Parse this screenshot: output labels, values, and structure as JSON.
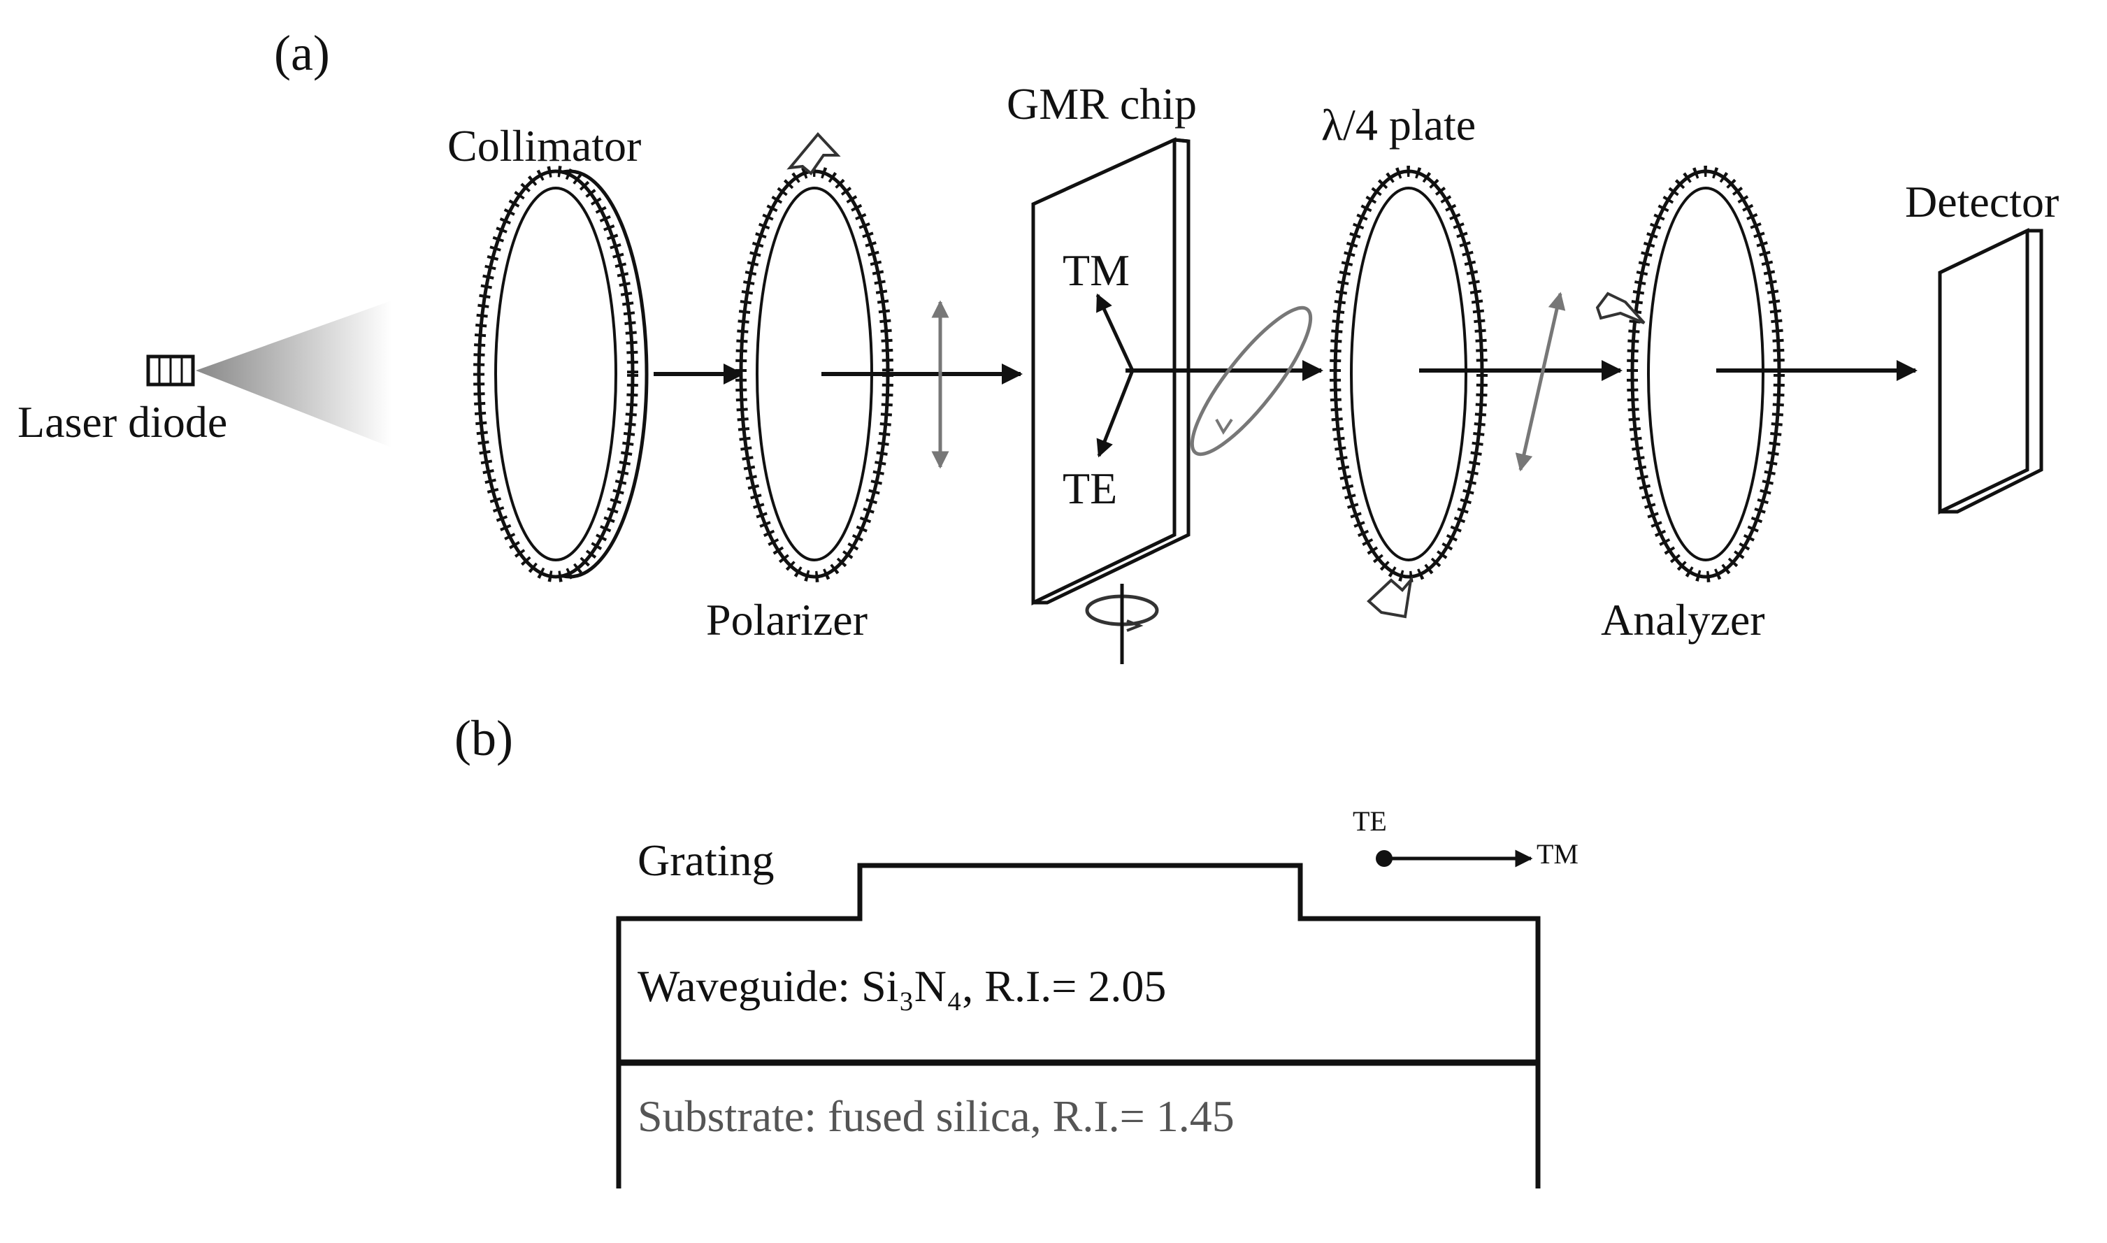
{
  "panel_a": {
    "label": "(a)",
    "laser_diode": "Laser diode",
    "collimator": "Collimator",
    "polarizer": "Polarizer",
    "gmr_chip": "GMR chip",
    "tm": "TM",
    "te": "TE",
    "quarter_wave_plate": "λ/4 plate",
    "analyzer": "Analyzer",
    "detector": "Detector"
  },
  "panel_b": {
    "label": "(b)",
    "grating": "Grating",
    "waveguide": "Waveguide: Si₃N₄, R.I.= 2.05",
    "substrate": "Substrate: fused silica, R.I.= 1.45",
    "legend_te": "TE",
    "legend_tm": "TM"
  },
  "colors": {
    "ink": "#111111",
    "gray_arrow": "#777777",
    "beam_gradient_start": "#888888",
    "beam_gradient_end": "#ffffff"
  }
}
